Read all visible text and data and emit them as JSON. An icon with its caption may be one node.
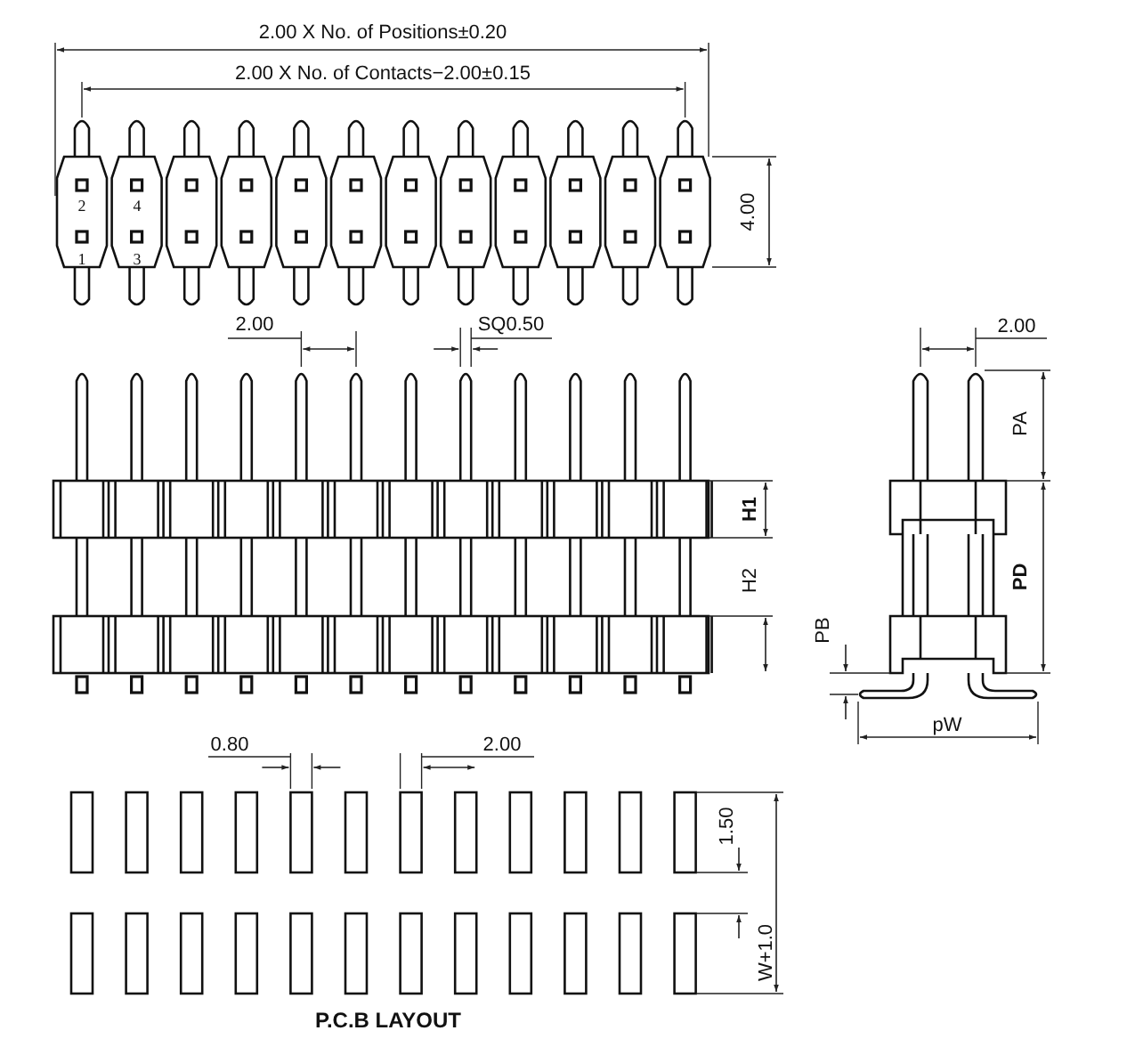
{
  "diagram": {
    "labels": [
      "2.00 X No. of Positions±0.20",
      "2.00 X No. of Contacts−2.00±0.15",
      "2",
      "4",
      "1",
      "3",
      "4.00",
      "2.00",
      "SQ0.50",
      "2.00",
      "PA",
      "H1",
      "H2",
      "PD",
      "PB",
      "pW",
      "0.80",
      "2.00",
      "1.50",
      "W+1.0",
      "P.C.B LAYOUT"
    ]
  }
}
